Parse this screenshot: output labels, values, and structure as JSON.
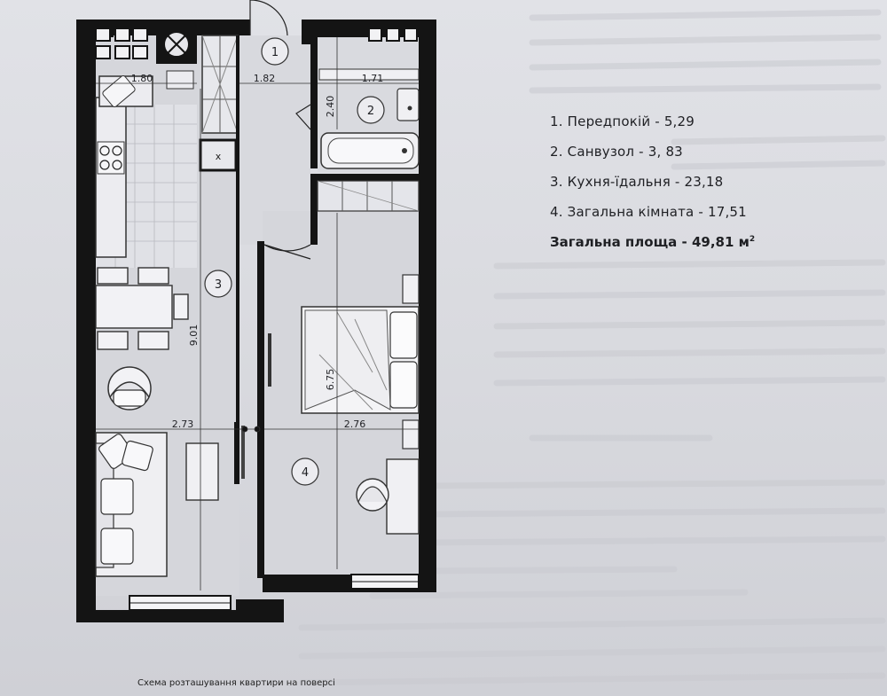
{
  "rooms": [
    {
      "number": "1",
      "label": "1. Передпокій - 5,29"
    },
    {
      "number": "2",
      "label": "2. Санвузол - 3, 83"
    },
    {
      "number": "3",
      "label": "3. Кухня-їдальня - 23,18"
    },
    {
      "number": "4",
      "label": "4. Загальна кімната - 17,51"
    }
  ],
  "total": {
    "label": "Загальна площа - 49,81 м",
    "unit_suffix": "2"
  },
  "dimensions": {
    "kitchen_width_top": "1.80",
    "hall_width": "1.82",
    "bath_width": "1.71",
    "bath_depth": "2.40",
    "kitchen_length": "9.01",
    "living_length": "6.75",
    "kitchen_width": "2.73",
    "living_width": "2.76"
  },
  "caption": "Схема розташування квартири на поверсі",
  "colors": {
    "wall": "#141414",
    "floor": "#d6d7dc",
    "tile": "#e4e5ea",
    "paper": "#dcdde2"
  }
}
